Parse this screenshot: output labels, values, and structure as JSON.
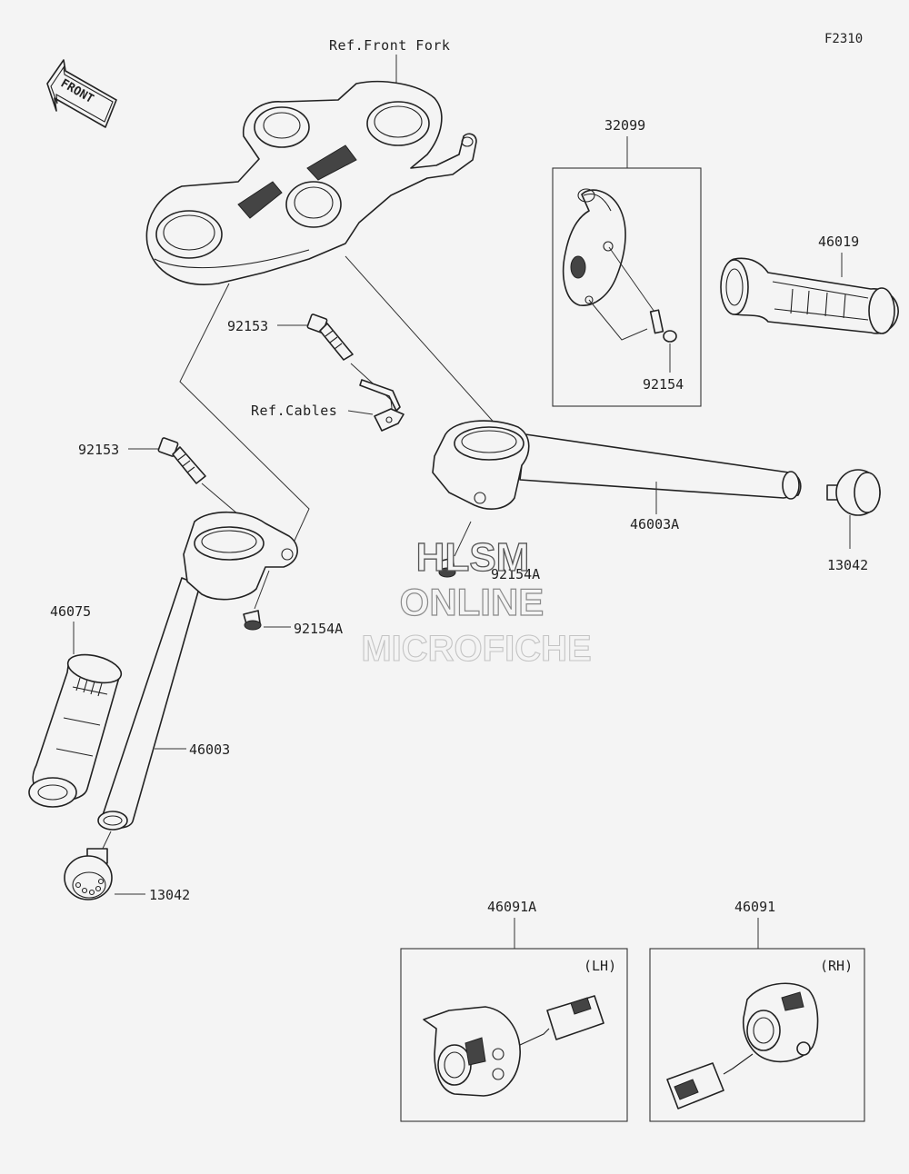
{
  "figure_code": "F2310",
  "front_arrow_label": "FRONT",
  "references": {
    "front_fork": "Ref.Front Fork",
    "cables": "Ref.Cables"
  },
  "parts": {
    "p32099": "32099",
    "p46019": "46019",
    "p92154": "92154",
    "p92153_upper": "92153",
    "p92153_lower": "92153",
    "p46003A": "46003A",
    "p13042_right": "13042",
    "p92154A_upper": "92154A",
    "p92154A_lower": "92154A",
    "p46075": "46075",
    "p46003": "46003",
    "p13042_left": "13042",
    "p46091A": "46091A",
    "p46091": "46091"
  },
  "side_labels": {
    "left_hand": "(LH)",
    "right_hand": "(RH)"
  },
  "watermark": {
    "line1": "HLSM",
    "line2": "ONLINE",
    "line3": "MICROFICHE"
  }
}
